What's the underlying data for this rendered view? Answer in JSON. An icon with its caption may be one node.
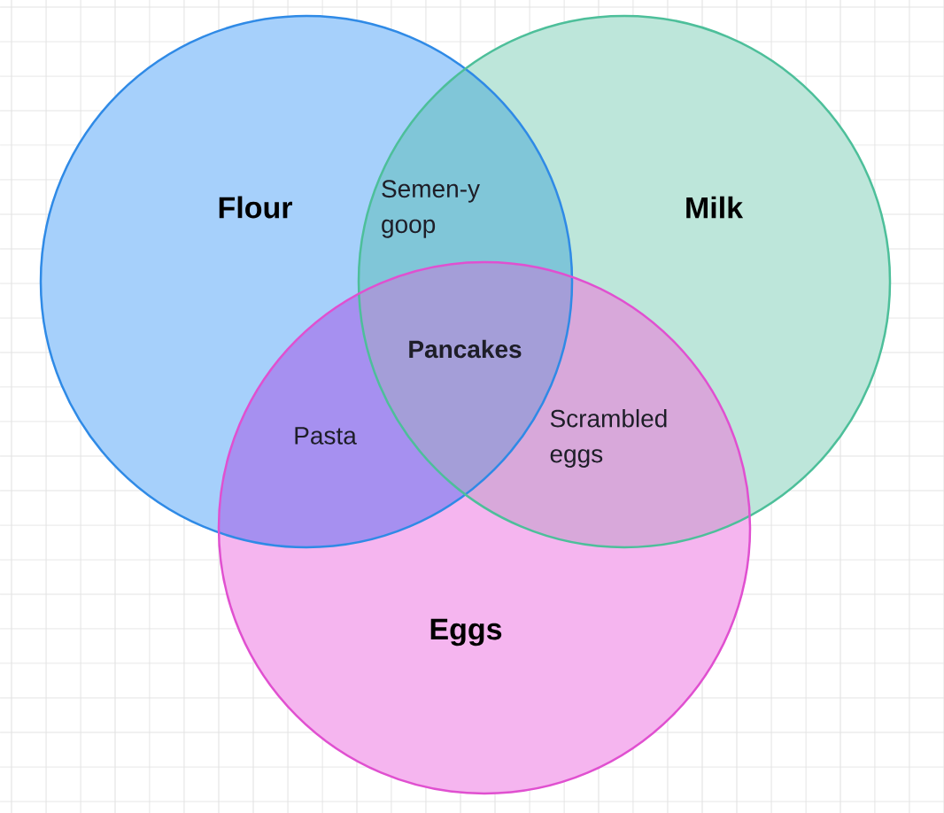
{
  "diagram": {
    "nodes": [
      {
        "text": [
          "Flour"
        ]
      },
      {
        "text": [
          "Milk"
        ]
      },
      {
        "text": [
          "Eggs"
        ]
      }
    ],
    "labels": [
      "Semen-y goop",
      "Pancakes",
      "Pasta",
      "Scrambled eggs"
    ]
  }
}
